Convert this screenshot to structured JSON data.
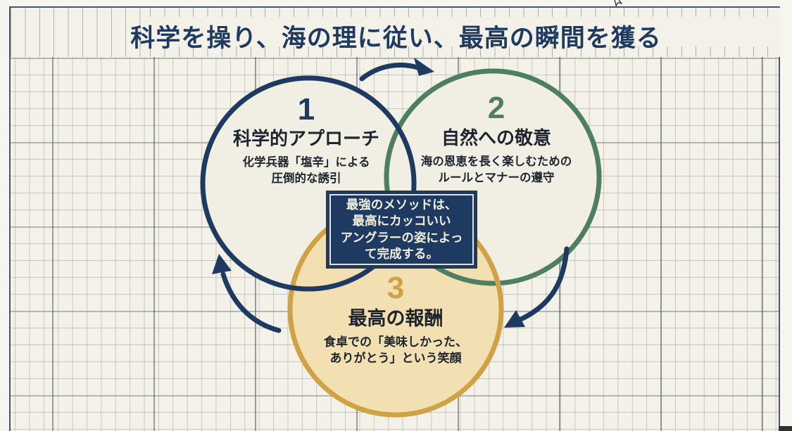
{
  "title": "科学を操り、海の理に従い、最高の瞬間を獲る",
  "circles": [
    {
      "number": "1",
      "heading": "科学的アプローチ",
      "body_lines": [
        "化学兵器「塩辛」による",
        "圧倒的な誘引"
      ]
    },
    {
      "number": "2",
      "heading": "自然への敬意",
      "body_lines": [
        "海の恩恵を長く楽しむための",
        "ルールとマナーの遵守"
      ]
    },
    {
      "number": "3",
      "heading": "最高の報酬",
      "body_lines": [
        "食卓での「美味しかった、",
        "ありがとう」という笑顔"
      ]
    }
  ],
  "center_box": {
    "lines": [
      "最強のメソッドは、",
      "最高にカッコいい",
      "アングラーの姿によっ",
      "て完成する。"
    ]
  },
  "colors": {
    "navy": "#1e3a60",
    "green": "#4e7f60",
    "gold": "#d0a245",
    "tan": "#f2e0b3",
    "cream": "#f1efe3",
    "text-dark": "#1d242e",
    "box-text": "#f2eedd"
  }
}
